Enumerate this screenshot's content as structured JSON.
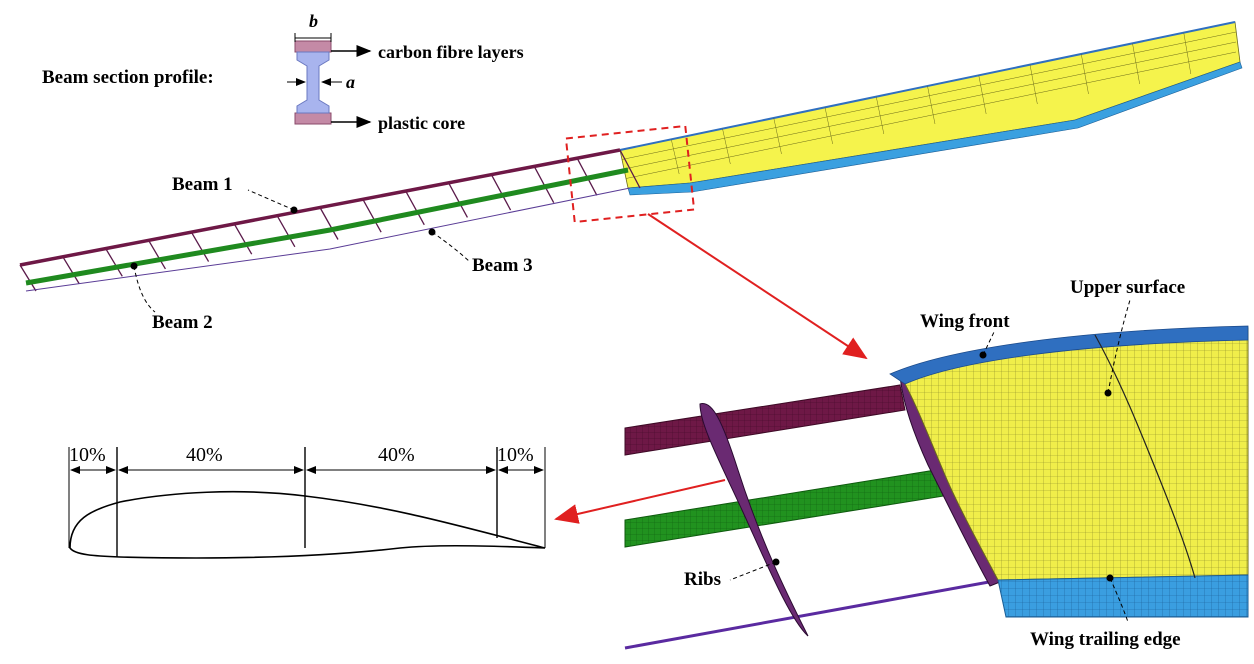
{
  "beam_section": {
    "title": "Beam section profile:",
    "dim_b": "b",
    "dim_a": "a",
    "label_carbon": "carbon fibre layers",
    "label_core": "plastic core"
  },
  "beam_labels": {
    "beam1": "Beam 1",
    "beam2": "Beam 2",
    "beam3": "Beam 3"
  },
  "detail_labels": {
    "wing_front": "Wing front",
    "upper_surface": "Upper surface",
    "ribs": "Ribs",
    "trailing_edge": "Wing trailing edge"
  },
  "airfoil": {
    "segments": [
      "10%",
      "40%",
      "40%",
      "10%"
    ]
  },
  "colors": {
    "beam1": "#6e1846",
    "beam2": "#1f8a1f",
    "beam3": "#5a3c96",
    "skin": "#f2f04a",
    "trailing": "#3aa0e0",
    "front": "#2f6fc0",
    "highlight": "#e02020"
  }
}
